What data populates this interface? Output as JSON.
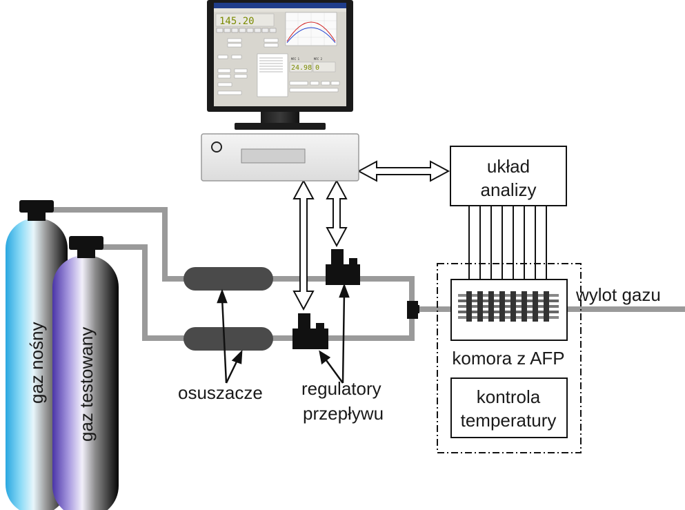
{
  "labels": {
    "carrier_gas": "gaz nośny",
    "test_gas": "gaz testowany",
    "dryers": "osuszacze",
    "flow_regulators_line1": "regulatory",
    "flow_regulators_line2": "przepływu",
    "analysis_line1": "układ",
    "analysis_line2": "analizy",
    "chamber": "komora z AFP",
    "temp_line1": "kontrola",
    "temp_line2": "temperatury",
    "gas_outlet": "wylot gazu"
  },
  "screen": {
    "main_value": "145.20",
    "mfc1_label": "MFC 1",
    "mfc1_value": "24.98",
    "mfc2_label": "MFC 2",
    "mfc2_value": "0"
  },
  "colors": {
    "pipe": "#9a9a9a",
    "dryer": "#4a4a4a",
    "regulator": "#111111",
    "carrier_cylinder": "#2fb4e6",
    "test_cylinder": "#6a4fc0",
    "screen_value": "#7a8a00"
  }
}
